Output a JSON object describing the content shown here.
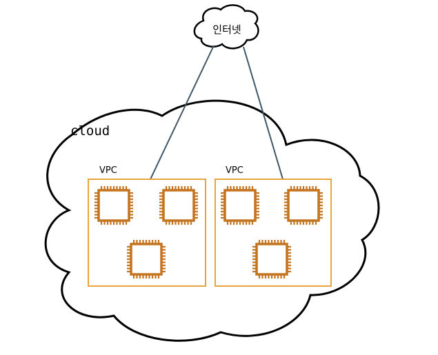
{
  "diagram": {
    "internet_label": "인터넷",
    "cloud_label": "cloud",
    "vpcs": [
      {
        "label": "VPC",
        "instances": 3
      },
      {
        "label": "VPC",
        "instances": 3
      }
    ],
    "colors": {
      "outline": "#000000",
      "vpc_border": "#e8a33a",
      "instance": "#c4731e",
      "link": "#3f5566"
    },
    "icons": [
      "cloud-shape",
      "processor-chip-icon"
    ]
  }
}
